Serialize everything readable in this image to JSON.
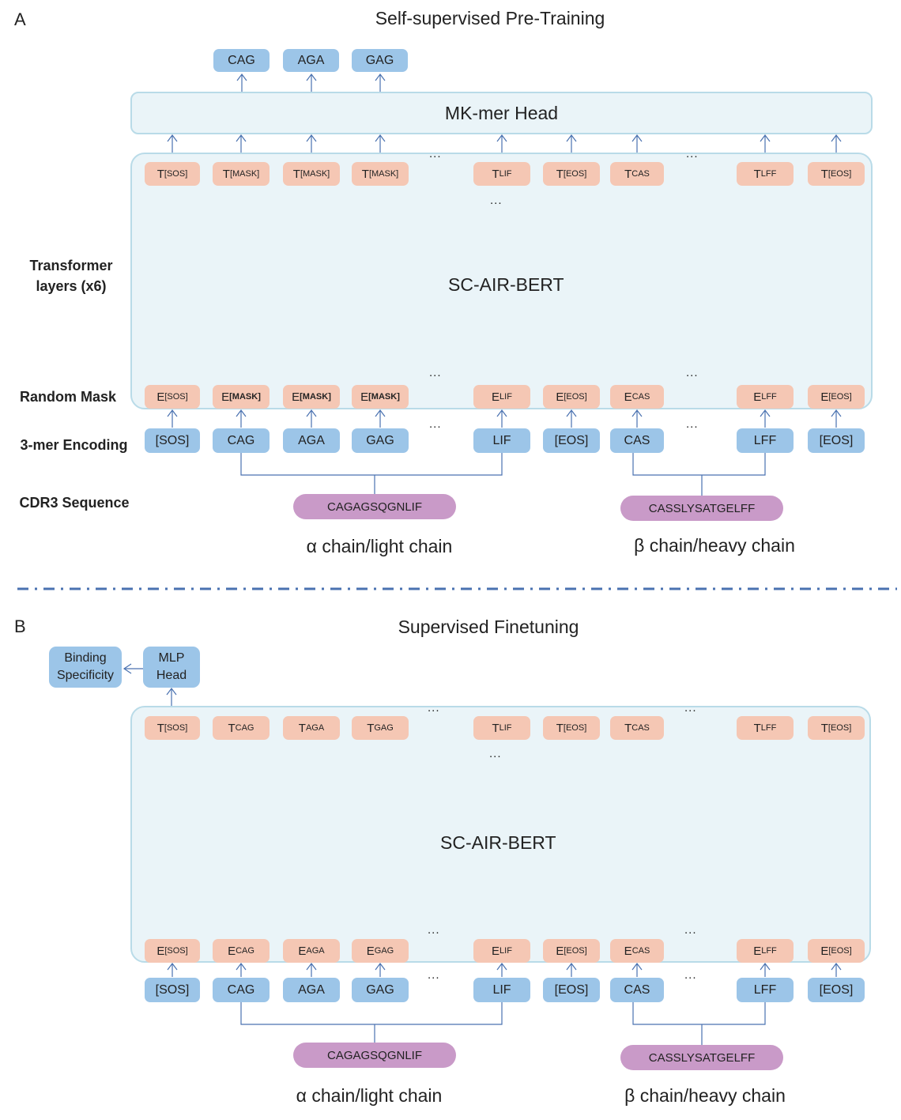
{
  "panel_a": {
    "letter": "A",
    "title": "Self-supervised Pre-Training",
    "left_labels": {
      "transformer": "Transformer layers (x6)",
      "random_mask": "Random Mask",
      "encoding": "3-mer Encoding",
      "cdr3": "CDR3 Sequence"
    },
    "outputs": [
      "CAG",
      "AGA",
      "GAG"
    ],
    "head": "MK-mer Head",
    "bert": "SC-AIR-BERT",
    "top_tokens": [
      {
        "b": "T",
        "s": "[SOS]"
      },
      {
        "b": "T",
        "s": "[MASK]"
      },
      {
        "b": "T",
        "s": "[MASK]"
      },
      {
        "b": "T",
        "s": "[MASK]"
      },
      {
        "b": "T",
        "s": "LIF"
      },
      {
        "b": "T",
        "s": "[EOS]"
      },
      {
        "b": "T",
        "s": "CAS"
      },
      {
        "b": "T",
        "s": "LFF"
      },
      {
        "b": "T",
        "s": "[EOS]"
      }
    ],
    "emb_tokens": [
      {
        "b": "E",
        "s": "[SOS]"
      },
      {
        "b": "E",
        "s": "[MASK]"
      },
      {
        "b": "E",
        "s": "[MASK]"
      },
      {
        "b": "E",
        "s": "[MASK]"
      },
      {
        "b": "E",
        "s": "LIF"
      },
      {
        "b": "E",
        "s": "[EOS]"
      },
      {
        "b": "E",
        "s": "CAS"
      },
      {
        "b": "E",
        "s": "LFF"
      },
      {
        "b": "E",
        "s": "[EOS]"
      }
    ],
    "input_tokens": [
      "[SOS]",
      "CAG",
      "AGA",
      "GAG",
      "LIF",
      "[EOS]",
      "CAS",
      "LFF",
      "[EOS]"
    ],
    "seq_alpha": "CAGAGSQGNLIF",
    "seq_beta": "CASSLYSATGELFF",
    "chain_alpha": "α chain/light chain",
    "chain_beta": "β chain/heavy chain",
    "ellipsis": "..."
  },
  "panel_b": {
    "letter": "B",
    "title": "Supervised Finetuning",
    "binding": "Binding Specificity",
    "mlp": "MLP Head",
    "bert": "SC-AIR-BERT",
    "top_tokens": [
      {
        "b": "T",
        "s": "[SOS]"
      },
      {
        "b": "T",
        "s": "CAG"
      },
      {
        "b": "T",
        "s": "AGA"
      },
      {
        "b": "T",
        "s": "GAG"
      },
      {
        "b": "T",
        "s": "LIF"
      },
      {
        "b": "T",
        "s": "[EOS]"
      },
      {
        "b": "T",
        "s": "CAS"
      },
      {
        "b": "T",
        "s": "LFF"
      },
      {
        "b": "T",
        "s": "[EOS]"
      }
    ],
    "emb_tokens": [
      {
        "b": "E",
        "s": "[SOS]"
      },
      {
        "b": "E",
        "s": "CAG"
      },
      {
        "b": "E",
        "s": "AGA"
      },
      {
        "b": "E",
        "s": "GAG"
      },
      {
        "b": "E",
        "s": "LIF"
      },
      {
        "b": "E",
        "s": "[EOS]"
      },
      {
        "b": "E",
        "s": "CAS"
      },
      {
        "b": "E",
        "s": "LFF"
      },
      {
        "b": "E",
        "s": "[EOS]"
      }
    ],
    "input_tokens": [
      "[SOS]",
      "CAG",
      "AGA",
      "GAG",
      "LIF",
      "[EOS]",
      "CAS",
      "LFF",
      "[EOS]"
    ],
    "seq_alpha": "CAGAGSQGNLIF",
    "seq_beta": "CASSLYSATGELFF",
    "chain_alpha": "α chain/light chain",
    "chain_beta": "β chain/heavy chain",
    "ellipsis": "..."
  },
  "colors": {
    "token_blue": "#9cc5e8",
    "embedding_salmon": "#f5c7b4",
    "sequence_purple": "#c99ac8",
    "node_blue": "#4a72b0",
    "edge_cyan": "#6cc8d8",
    "divider": "#4a72b0",
    "panel_bg": "#eaf4f8"
  }
}
